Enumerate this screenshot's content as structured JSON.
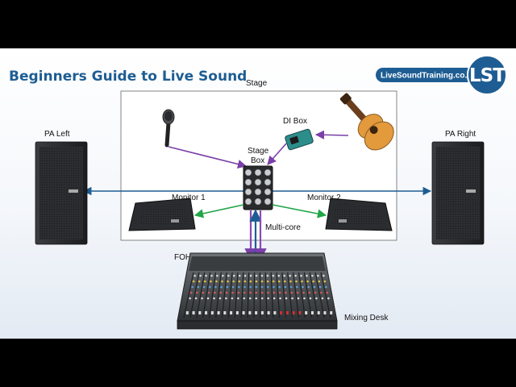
{
  "title": "Beginners Guide to Live Sound",
  "brand": {
    "url_label": "LiveSoundTraining.co.uk",
    "logo_text": "LST"
  },
  "labels": {
    "stage": "Stage",
    "pa_left": "PA Left",
    "pa_right": "PA Right",
    "di_box": "DI Box",
    "stage_box_line1": "Stage",
    "stage_box_line2": "Box",
    "monitor_1": "Monitor 1",
    "monitor_2": "Monitor 2",
    "multicore": "Multi-core",
    "foh": "FOH",
    "mixing_desk": "Mixing Desk"
  },
  "colors": {
    "title": "#1e5d93",
    "brand": "#1e5d93",
    "input_lines": "#7a3fa8",
    "monitor_lines": "#22a548",
    "pa_lines": "#1e5d93",
    "multicore_lines": "#8a4ab3"
  }
}
